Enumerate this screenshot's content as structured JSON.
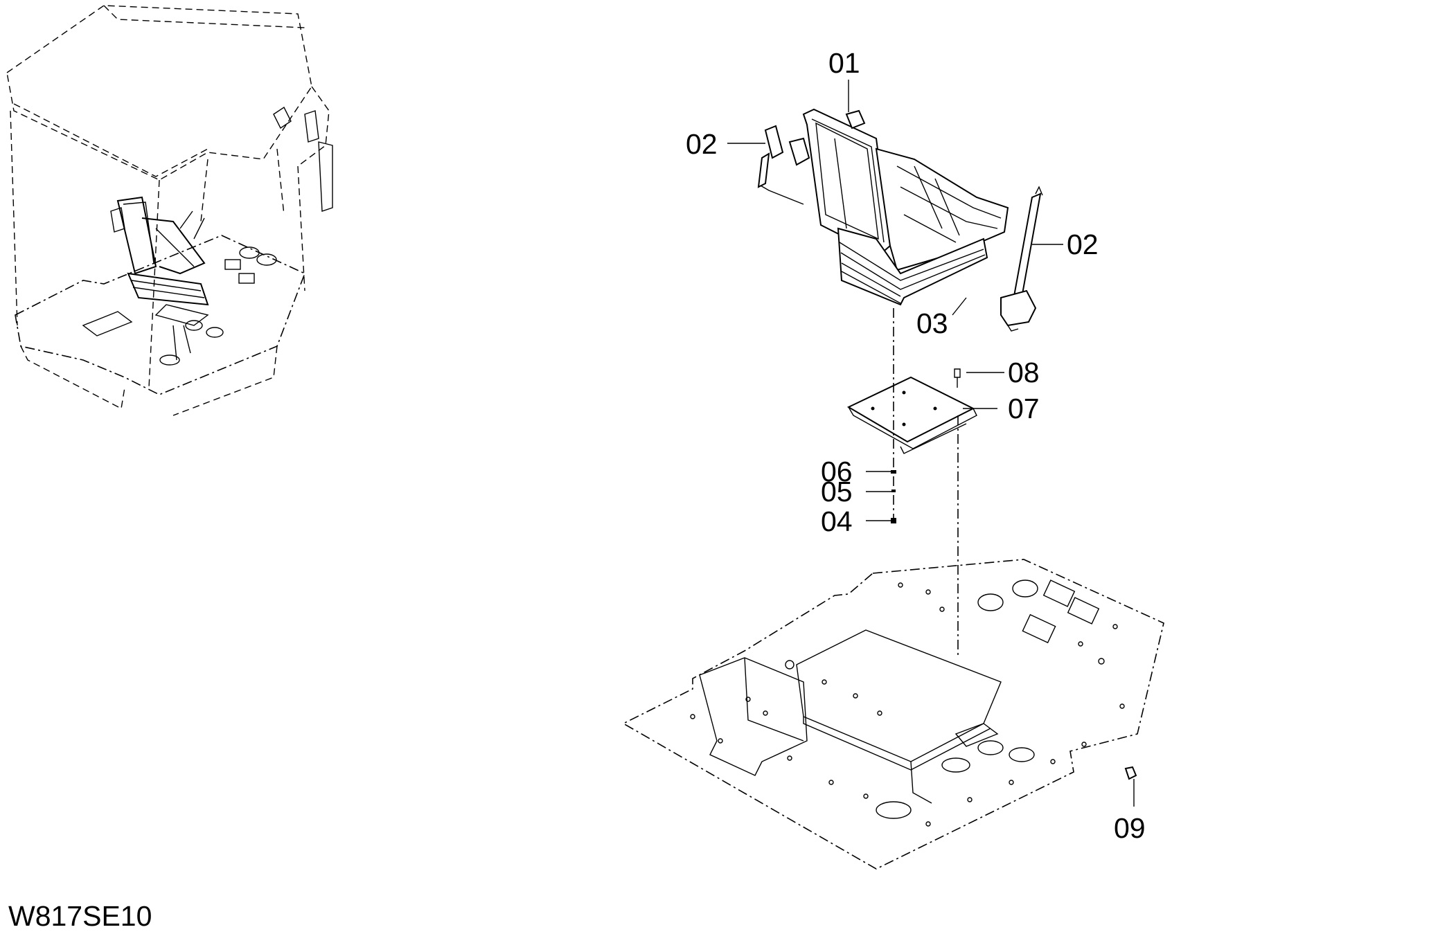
{
  "drawing_code": "W817SE10",
  "callouts": {
    "c01": "01",
    "c02a": "02",
    "c02b": "02",
    "c03": "03",
    "c04": "04",
    "c05": "05",
    "c06": "06",
    "c07": "07",
    "c08": "08",
    "c09": "09"
  }
}
